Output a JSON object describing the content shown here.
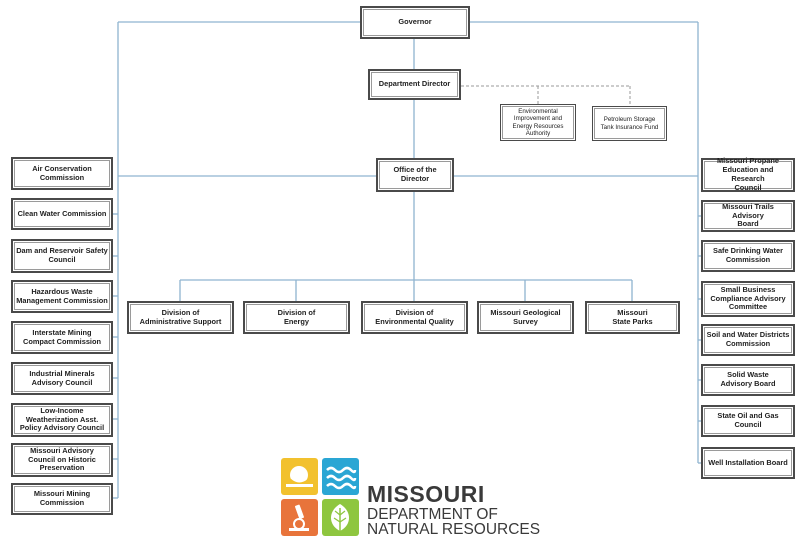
{
  "top": {
    "governor": "Governor",
    "director": "Department Director",
    "office": "Office of the\nDirector"
  },
  "affiliates": {
    "eierda": "Environmental\nImprovement and\nEnergy Resources\nAuthority",
    "pstif": "Petroleum Storage\nTank Insurance Fund"
  },
  "left_boards": [
    "Air Conservation\nCommission",
    "Clean Water Commission",
    "Dam and Reservoir Safety\nCouncil",
    "Hazardous Waste\nManagement Commission",
    "Interstate Mining\nCompact Commission",
    "Industrial Minerals\nAdvisory Council",
    "Low-Income\nWeatherization Asst.\nPolicy Advisory Council",
    "Missouri Advisory\nCouncil on Historic\nPreservation",
    "Missouri Mining\nCommission"
  ],
  "right_boards": [
    "Missouri Propane\nEducation and Research\nCouncil",
    "Missouri Trails Advisory\nBoard",
    "Safe Drinking Water\nCommission",
    "Small Business\nCompliance Advisory\nCommittee",
    "Soil and Water Districts\nCommission",
    "Solid Waste\nAdvisory Board",
    "State Oil and Gas Council",
    "Well Installation Board"
  ],
  "divisions": [
    "Division of\nAdministrative Support",
    "Division of\nEnergy",
    "Division of\nEnvironmental Quality",
    "Missouri Geological\nSurvey",
    "Missouri\nState Parks"
  ],
  "logo": {
    "line1": "MISSOURI",
    "line2": "DEPARTMENT OF",
    "line3": "NATURAL RESOURCES",
    "colors": {
      "sun": "#f2c12e",
      "water": "#2aa6d4",
      "science": "#e8743b",
      "leaf": "#8ec63f"
    }
  },
  "line_color": "#8fb4d0"
}
